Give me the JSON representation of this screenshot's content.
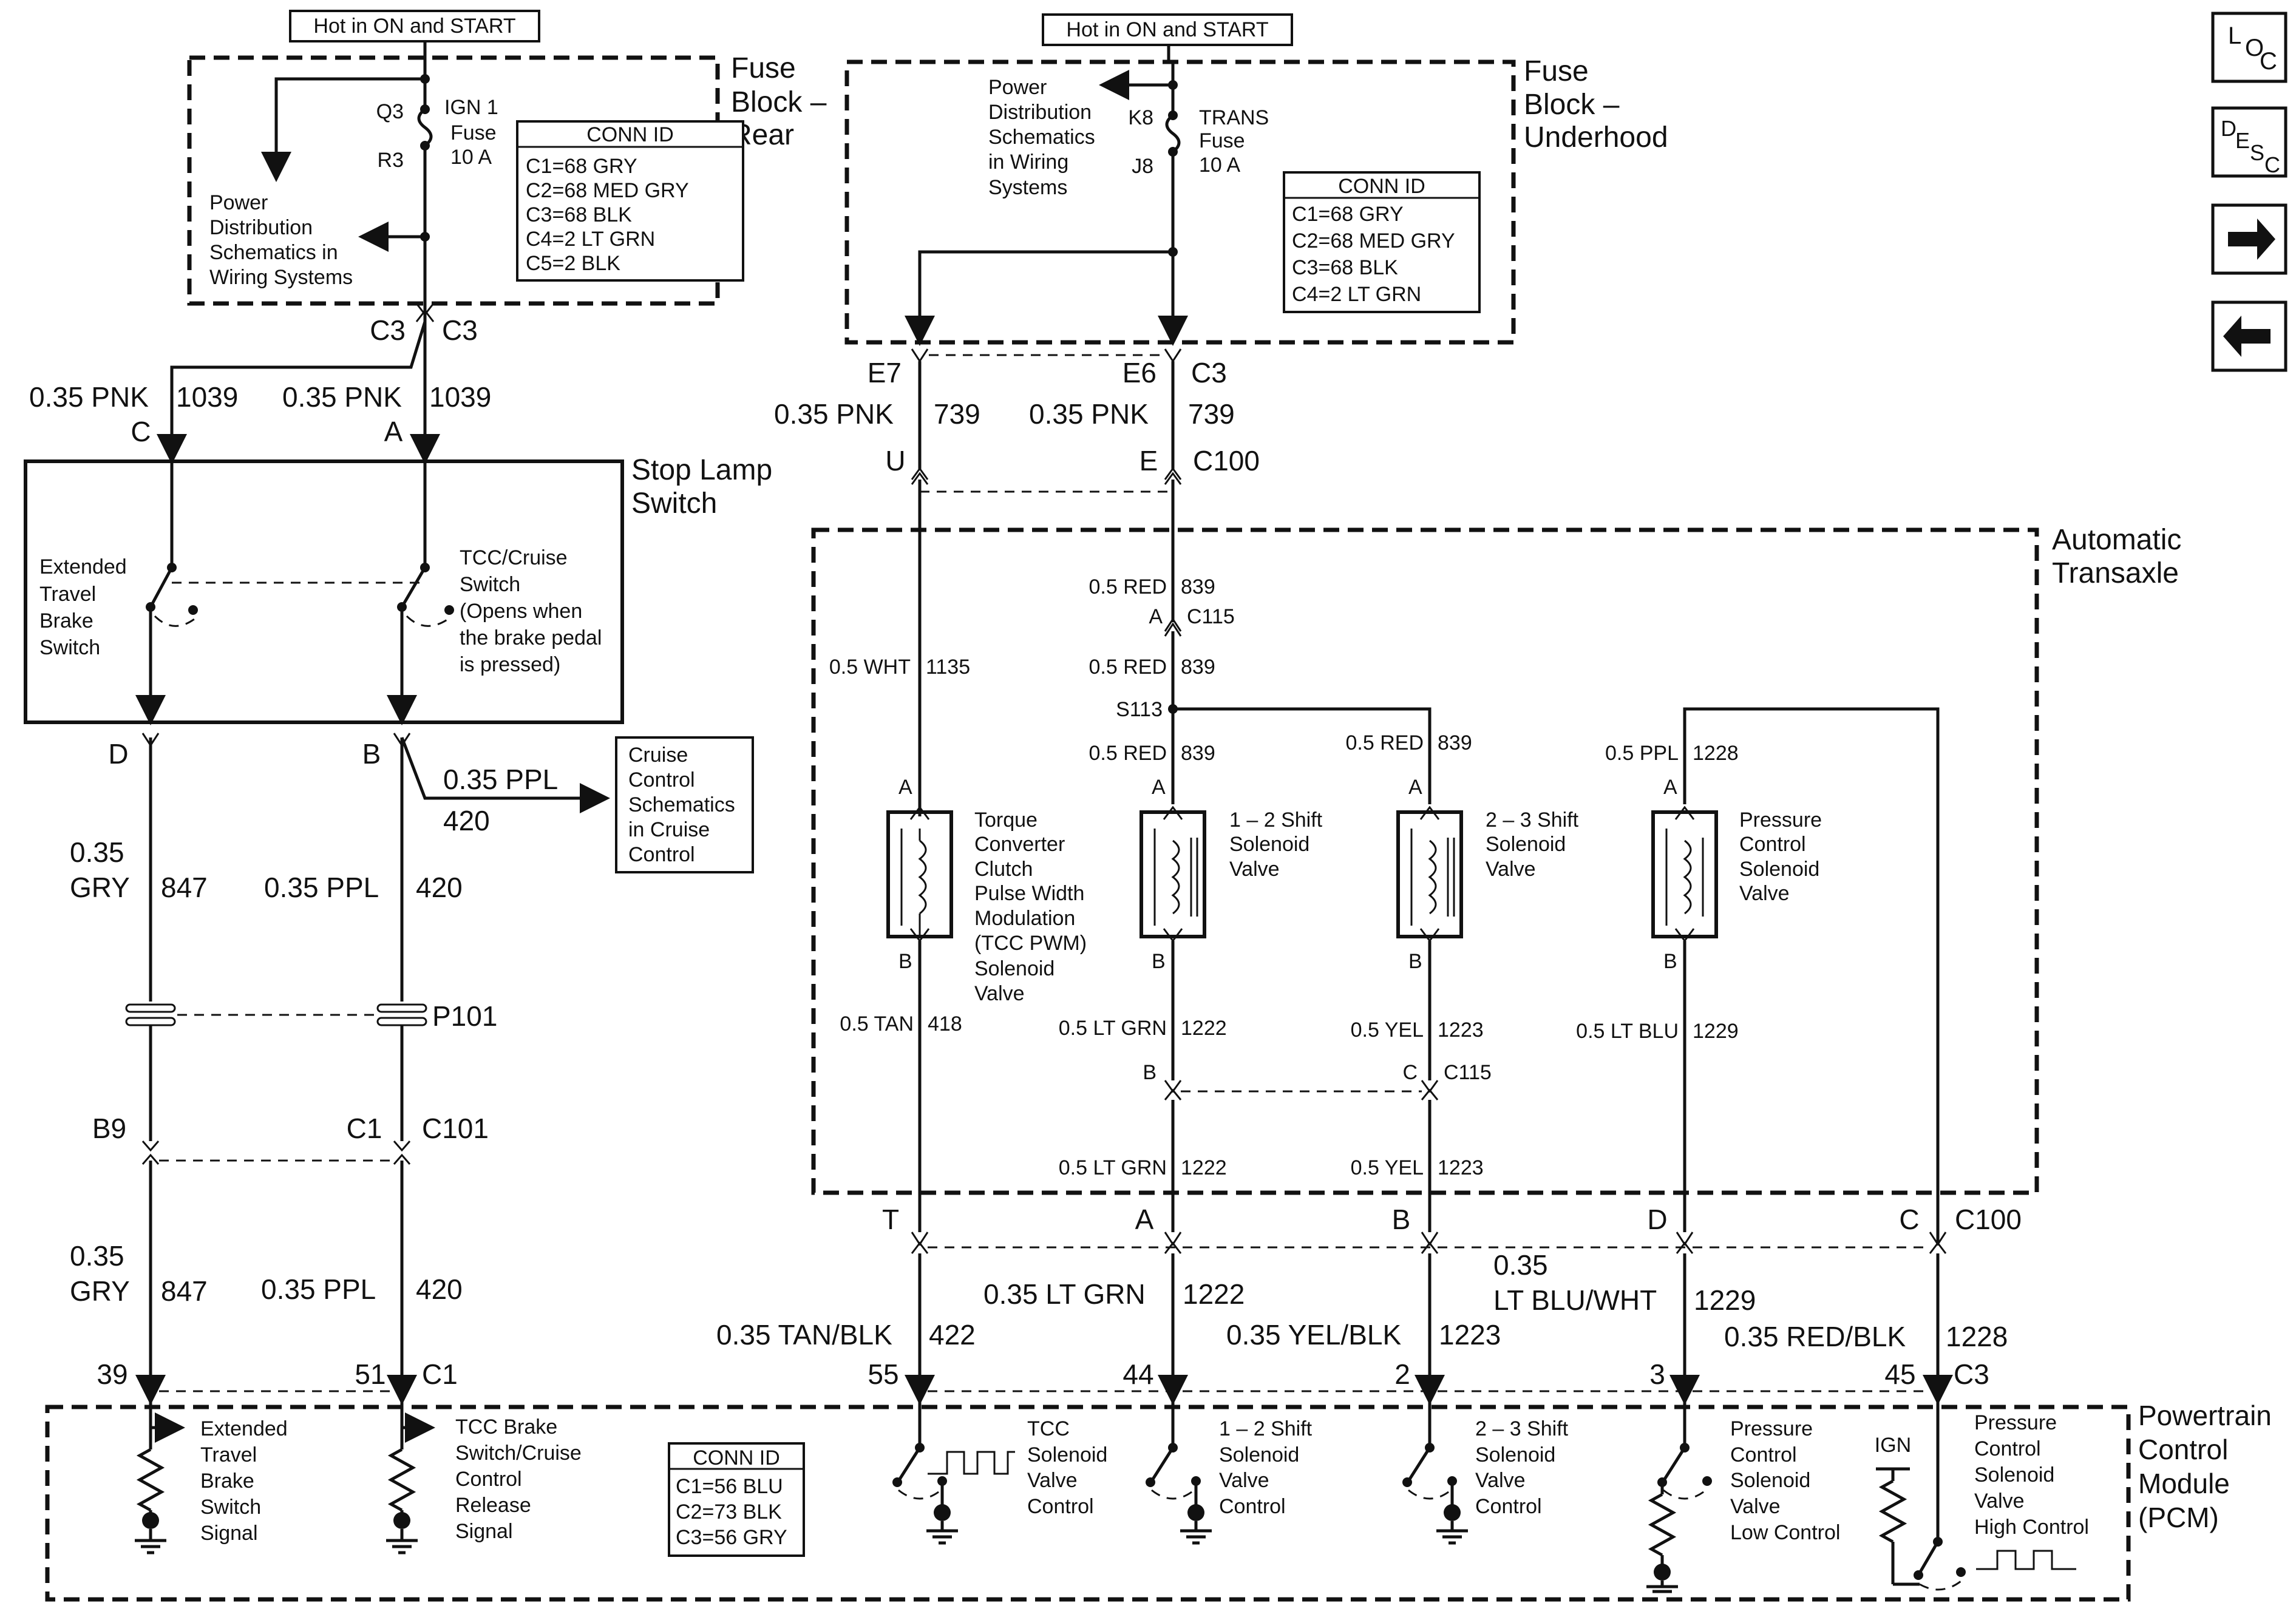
{
  "hot_labels": [
    "Hot in ON and START",
    "Hot in ON and START"
  ],
  "fuse_block_rear": {
    "title": [
      "Fuse",
      "Block –",
      "Rear"
    ],
    "fuse_pins": [
      "Q3",
      "R3"
    ],
    "fuse_name": [
      "IGN 1",
      "Fuse",
      "10 A"
    ],
    "power_dist": [
      "Power",
      "Distribution",
      "Schematics in",
      "Wiring Systems"
    ],
    "conn": {
      "title": "CONN ID",
      "rows": [
        "C1=68 GRY",
        "C2=68 MED GRY",
        "C3=68 BLK",
        "C4=2 LT GRN",
        "C5=2 BLK"
      ]
    },
    "out_conn": [
      "C3",
      "C3"
    ]
  },
  "fuse_block_underhood": {
    "title": [
      "Fuse",
      "Block –",
      "Underhood"
    ],
    "fuse_pins": [
      "K8",
      "J8"
    ],
    "fuse_name": [
      "TRANS",
      "Fuse",
      "10 A"
    ],
    "power_dist": [
      "Power",
      "Distribution",
      "Schematics",
      "in Wiring",
      "Systems"
    ],
    "conn": {
      "title": "CONN ID",
      "rows": [
        "C1=68 GRY",
        "C2=68 MED GRY",
        "C3=68 BLK",
        "C4=2 LT GRN"
      ]
    },
    "out_conn": [
      "E7",
      "E6",
      "C3"
    ]
  },
  "stop_lamp": {
    "wires": [
      "0.35 PNK",
      "1039",
      "0.35 PNK",
      "1039"
    ],
    "pins_top": [
      "C",
      "A"
    ],
    "title": [
      "Stop Lamp",
      "Switch"
    ],
    "left_switch": [
      "Extended",
      "Travel",
      "Brake",
      "Switch"
    ],
    "right_switch": [
      "TCC/Cruise",
      "Switch",
      "(Opens when",
      "the brake pedal",
      "is pressed)"
    ],
    "pins_bottom": [
      "D",
      "B"
    ]
  },
  "cruise": {
    "wire": [
      "0.35 PPL",
      "420"
    ],
    "box": [
      "Cruise",
      "Control",
      "Schematics",
      "in Cruise",
      "Control"
    ]
  },
  "left_wires": {
    "w847_1": [
      "0.35",
      "GRY",
      "847"
    ],
    "w420_1": [
      "0.35 PPL",
      "420"
    ],
    "p101": "P101",
    "c101": [
      "B9",
      "C1",
      "C101"
    ],
    "w847_2": [
      "0.35",
      "GRY",
      "847"
    ],
    "w420_2": [
      "0.35 PPL",
      "420"
    ],
    "pcm_pins": [
      "39",
      "51",
      "C1"
    ]
  },
  "top_wires": {
    "w739a": [
      "0.35 PNK",
      "739"
    ],
    "w739b": [
      "0.35 PNK",
      "739"
    ],
    "c100": [
      "U",
      "E",
      "C100"
    ]
  },
  "transaxle": {
    "title": [
      "Automatic",
      "Transaxle"
    ],
    "w839_top": [
      "0.5 RED",
      "839"
    ],
    "c115_top": [
      "A",
      "C115"
    ],
    "w1135": [
      "0.5 WHT",
      "1135"
    ],
    "w839_mid": [
      "0.5 RED",
      "839"
    ],
    "s113": "S113",
    "w839_s1": [
      "0.5 RED",
      "839"
    ],
    "w839_s2": [
      "0.5 RED",
      "839"
    ],
    "w1228_top": [
      "0.5 PPL",
      "1228"
    ],
    "pin_a": "A",
    "pin_b": "B",
    "sol1": [
      "Torque",
      "Converter",
      "Clutch",
      "Pulse Width",
      "Modulation",
      "(TCC PWM)",
      "Solenoid",
      "Valve"
    ],
    "sol2": [
      "1 – 2 Shift",
      "Solenoid",
      "Valve"
    ],
    "sol3": [
      "2 – 3 Shift",
      "Solenoid",
      "Valve"
    ],
    "sol4": [
      "Pressure",
      "Control",
      "Solenoid",
      "Valve"
    ],
    "w418": [
      "0.5 TAN",
      "418"
    ],
    "w1222": [
      "0.5 LT GRN",
      "1222"
    ],
    "w1223": [
      "0.5 YEL",
      "1223"
    ],
    "w1229": [
      "0.5 LT BLU",
      "1229"
    ],
    "c115_bot": [
      "B",
      "C",
      "C115"
    ],
    "w1222b": [
      "0.5 LT GRN",
      "1222"
    ],
    "w1223b": [
      "0.5 YEL",
      "1223"
    ]
  },
  "c100_bottom": [
    "T",
    "A",
    "B",
    "D",
    "C",
    "C100"
  ],
  "pcm_wires": {
    "w422": [
      "0.35 TAN/BLK",
      "422"
    ],
    "w1222": [
      "0.35 LT GRN",
      "1222"
    ],
    "w1223": [
      "0.35 YEL/BLK",
      "1223"
    ],
    "w1229": [
      "0.35",
      "LT BLU/WHT",
      "1229"
    ],
    "w1228": [
      "0.35 RED/BLK",
      "1228"
    ],
    "pins": [
      "55",
      "44",
      "2",
      "3",
      "45",
      "C3"
    ]
  },
  "pcm": {
    "title": [
      "Powertrain",
      "Control",
      "Module",
      "(PCM)"
    ],
    "sig1": [
      "Extended",
      "Travel",
      "Brake",
      "Switch",
      "Signal"
    ],
    "sig2": [
      "TCC Brake",
      "Switch/Cruise",
      "Control",
      "Release",
      "Signal"
    ],
    "conn": {
      "title": "CONN ID",
      "rows": [
        "C1=56 BLU",
        "C2=73 BLK",
        "C3=56 GRY"
      ]
    },
    "d1": [
      "TCC",
      "Solenoid",
      "Valve",
      "Control"
    ],
    "d2": [
      "1 – 2 Shift",
      "Solenoid",
      "Valve",
      "Control"
    ],
    "d3": [
      "2 – 3 Shift",
      "Solenoid",
      "Valve",
      "Control"
    ],
    "d4": [
      "Pressure",
      "Control",
      "Solenoid",
      "Valve",
      "Low Control"
    ],
    "ign": "IGN",
    "d5": [
      "Pressure",
      "Control",
      "Solenoid",
      "Valve",
      "High Control"
    ]
  },
  "nav": {
    "loc": [
      "L",
      "O",
      "C"
    ],
    "desc": [
      "D",
      "E",
      "S",
      "C"
    ],
    "forward_icon": "arrow-right-icon",
    "back_icon": "arrow-left-icon"
  }
}
